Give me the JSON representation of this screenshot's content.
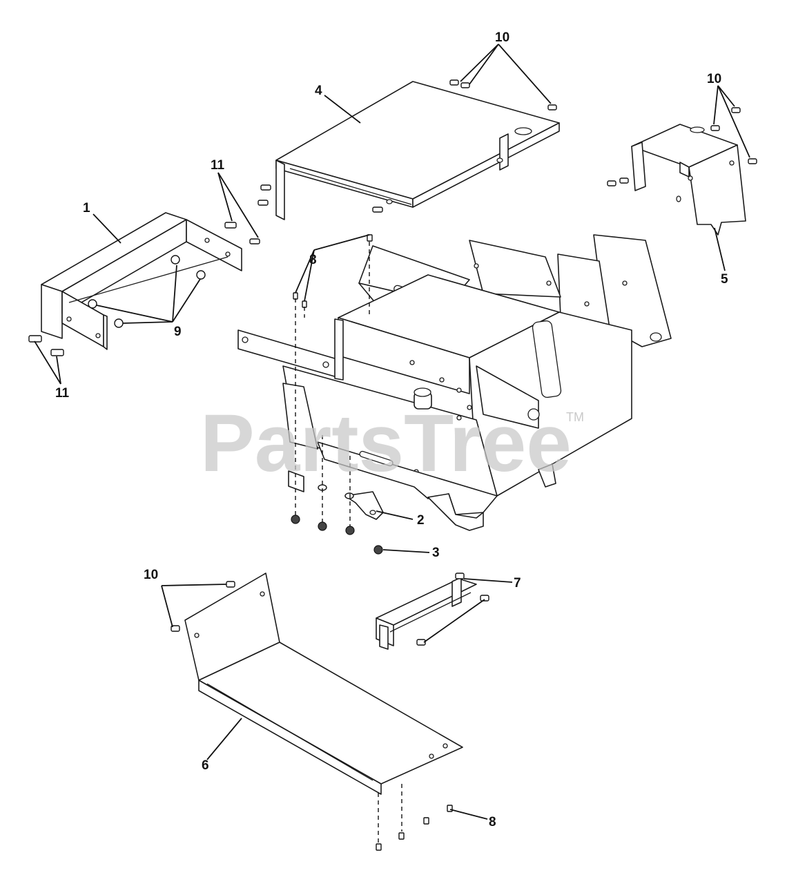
{
  "diagram": {
    "watermark": "PartsTree",
    "trademark": "TM",
    "callouts": {
      "c1": "1",
      "c2": "2",
      "c3": "3",
      "c4": "4",
      "c5": "5",
      "c6": "6",
      "c7": "7",
      "c8a": "8",
      "c8b": "8",
      "c9": "9",
      "c10a": "10",
      "c10b": "10",
      "c10c": "10",
      "c11a": "11",
      "c11b": "11"
    }
  }
}
